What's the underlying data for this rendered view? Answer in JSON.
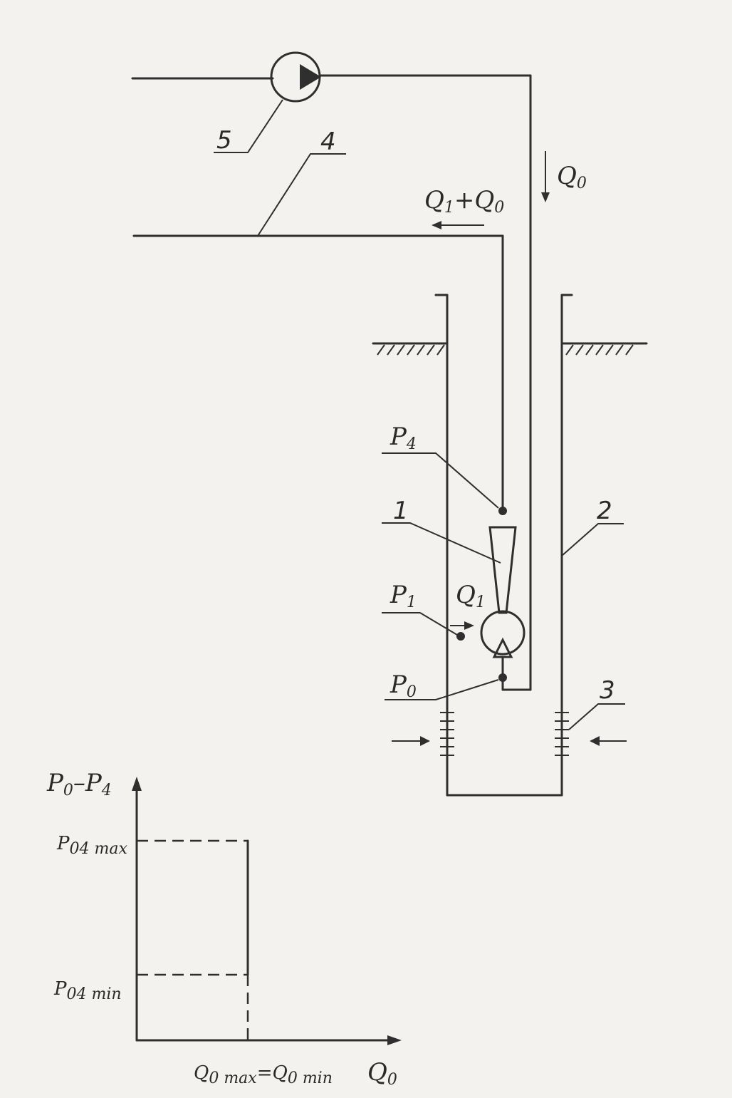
{
  "callouts": {
    "ejector": "1",
    "casing": "2",
    "filter": "3",
    "return_line": "4",
    "pump": "5"
  },
  "flows": {
    "supply": "Q",
    "supply_sub": "0",
    "return_a": "Q",
    "return_a_sub": "1",
    "return_plus": "+",
    "return_b": "Q",
    "return_b_sub": "0",
    "suction": "Q",
    "suction_sub": "1"
  },
  "pressures": {
    "p4": "P",
    "p4_sub": "4",
    "p1": "P",
    "p1_sub": "1",
    "p0": "P",
    "p0_sub": "0"
  },
  "graph": {
    "y_label": "P",
    "y_label_sub1": "0",
    "y_label_minus": "–",
    "y_label_p": "P",
    "y_label_sub2": "4",
    "y_max": "P",
    "y_max_sub": "04 max",
    "y_min": "P",
    "y_min_sub": "04 min",
    "x_tick": "Q",
    "x_tick_sub1": "0 max",
    "x_tick_eq": "=",
    "x_tick_q2": "Q",
    "x_tick_sub2": "0 min",
    "x_label": "Q",
    "x_label_sub": "0"
  }
}
